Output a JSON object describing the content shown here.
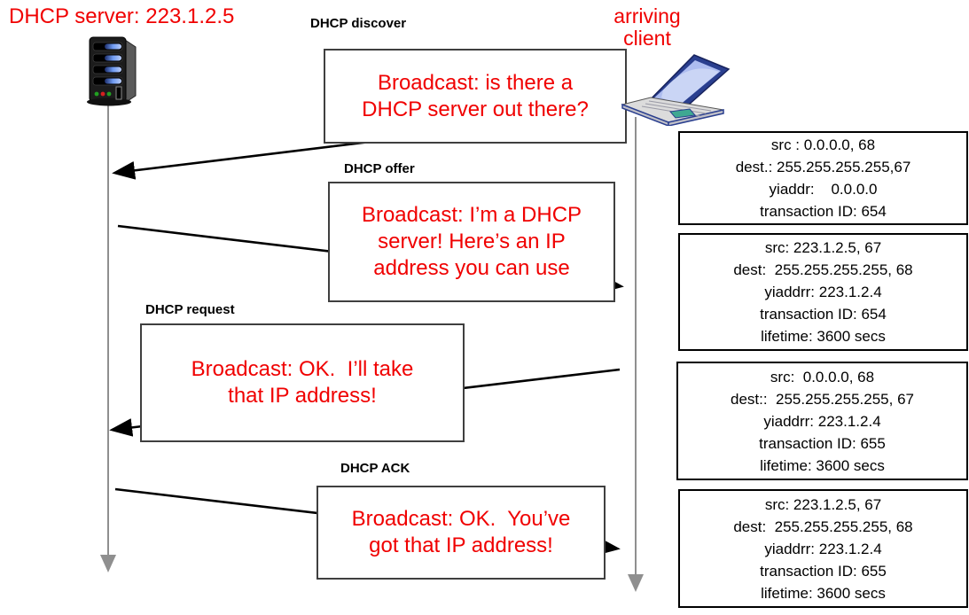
{
  "palette": {
    "red": "#f00000",
    "black": "#000000",
    "gray": "#8f8f8f",
    "msgborder": "#3f3f3f"
  },
  "server": {
    "title": "DHCP server: 223.1.2.5",
    "icon": "server-tower-icon"
  },
  "client": {
    "label_line1": "arriving",
    "label_line2": "client",
    "icon": "laptop-icon"
  },
  "messages": [
    {
      "label": "DHCP discover",
      "lines": [
        "Broadcast: is there a",
        "DHCP server out there?"
      ],
      "direction": "client-to-server"
    },
    {
      "label": "DHCP offer",
      "lines": [
        "Broadcast: I’m a DHCP",
        "server! Here’s an IP",
        "address you can use"
      ],
      "direction": "server-to-client"
    },
    {
      "label": "DHCP request",
      "lines": [
        "Broadcast: OK.  I’ll take",
        "that IP address!"
      ],
      "direction": "client-to-server"
    },
    {
      "label": "DHCP ACK",
      "lines": [
        "Broadcast: OK.  You’ve",
        "got that IP address!"
      ],
      "direction": "server-to-client"
    }
  ],
  "packets": [
    {
      "lines": [
        "src : 0.0.0.0, 68",
        "dest.: 255.255.255.255,67",
        "yiaddr:    0.0.0.0",
        "transaction ID: 654"
      ]
    },
    {
      "lines": [
        "src: 223.1.2.5, 67",
        "dest:  255.255.255.255, 68",
        "yiaddrr: 223.1.2.4",
        "transaction ID: 654",
        "lifetime: 3600 secs"
      ]
    },
    {
      "lines": [
        "src:  0.0.0.0, 68",
        "dest::  255.255.255.255, 67",
        "yiaddrr: 223.1.2.4",
        "transaction ID: 655",
        "lifetime: 3600 secs"
      ]
    },
    {
      "lines": [
        "src: 223.1.2.5, 67",
        "dest:  255.255.255.255, 68",
        "yiaddrr: 223.1.2.4",
        "transaction ID: 655",
        "lifetime: 3600 secs"
      ]
    }
  ]
}
